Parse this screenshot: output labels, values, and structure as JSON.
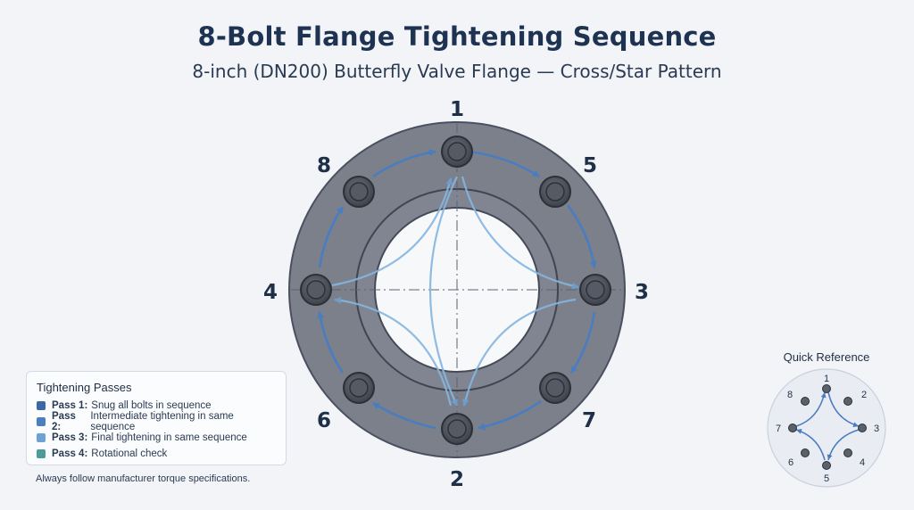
{
  "title": "8-Bolt Flange Tightening Sequence",
  "subtitle": "8-inch (DN200) Butterfly Valve Flange — Cross/Star Pattern",
  "bolt_labels": {
    "top": "1",
    "bottom": "2",
    "right": "3",
    "left": "4",
    "top_right": "5",
    "bottom_left": "6",
    "bottom_right": "7",
    "top_left": "8"
  },
  "legend": {
    "title": "Tightening Passes",
    "passes": [
      {
        "name": "Pass 1:",
        "text": "Snug all bolts in sequence",
        "color": "#3e68a3"
      },
      {
        "name": "Pass 2:",
        "text": "Intermediate tightening in same sequence",
        "color": "#4d7fc0"
      },
      {
        "name": "Pass 3:",
        "text": "Final tightening in same sequence",
        "color": "#6da3d4"
      },
      {
        "name": "Pass 4:",
        "text": "Rotational check",
        "color": "#4f9a9a"
      }
    ]
  },
  "note": "Always follow manufacturer torque specifications.",
  "quick_reference": {
    "title": "Quick Reference",
    "labels": {
      "top": "1",
      "top_right": "2",
      "right": "3",
      "bottom_right": "4",
      "bottom": "5",
      "bottom_left": "6",
      "left": "7",
      "top_left": "8"
    }
  },
  "colors": {
    "flange": "#7b808a",
    "bolt": "#4c525c",
    "arrow_dark": "#4a7dc0",
    "arrow_light": "#86b6e0",
    "background": "#f2f4f8"
  }
}
